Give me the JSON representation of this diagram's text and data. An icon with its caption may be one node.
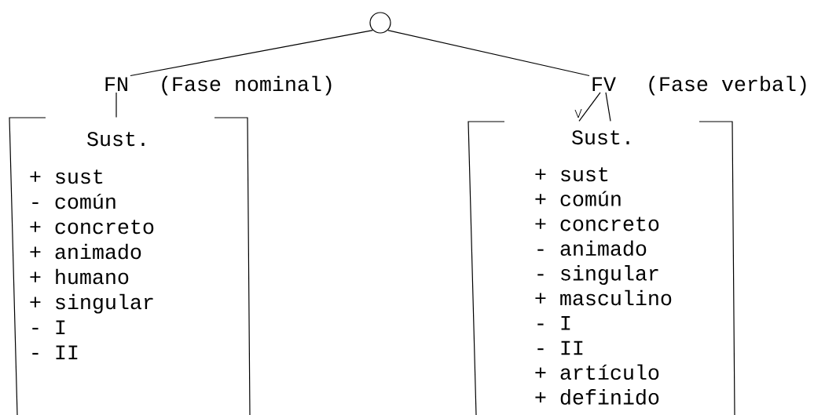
{
  "diagram": {
    "nodes": [
      {
        "text": [],
        "shape": "circle"
      },
      {
        "text": [
          "FN"
        ],
        "beside": [
          "(Fase nominal)"
        ]
      },
      {
        "text": [
          "Sust.",
          "+ sust",
          "- común",
          "+ concreto",
          "+ animado",
          "+ humano",
          "+ singular",
          "- I",
          "- II"
        ]
      },
      {
        "text": [
          "FV"
        ],
        "beside": [
          "(Fase verbal)"
        ]
      },
      {
        "text": [
          "Sust.",
          "+ sust",
          "+ común",
          "+ concreto",
          "- animado",
          "- singular",
          "+ masculino",
          "- I",
          "- II",
          "+ artículo",
          "+ definido"
        ]
      }
    ],
    "edges": [
      {
        "from": 0,
        "to": 1,
        "arrow": "none"
      },
      {
        "from": 0,
        "to": 3,
        "arrow": "none"
      },
      {
        "from": 1,
        "to": 2,
        "arrow": "none"
      },
      {
        "from": 3,
        "to": 4,
        "arrow": "none"
      },
      {
        "from": 3,
        "to": 4,
        "arrow": "none"
      }
    ]
  }
}
